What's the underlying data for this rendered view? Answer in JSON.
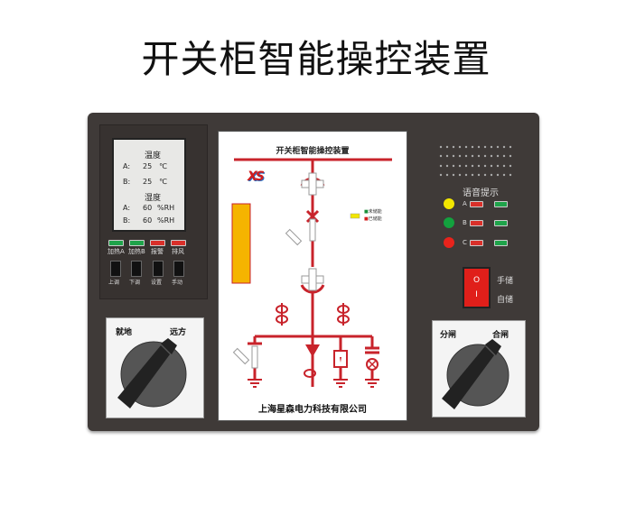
{
  "title": "开关柜智能操控装置",
  "lcd": {
    "temp_heading": "温度",
    "temp_a_label": "A:",
    "temp_a_value": "25",
    "temp_b_label": "B:",
    "temp_b_value": "25",
    "temp_unit": "℃",
    "hum_heading": "湿度",
    "hum_a_label": "A:",
    "hum_a_value": "60",
    "hum_b_label": "B:",
    "hum_b_value": "60",
    "hum_unit": "%RH"
  },
  "indicators": [
    {
      "label": "加热A",
      "color": "#1fa34a"
    },
    {
      "label": "加热B",
      "color": "#1fa34a"
    },
    {
      "label": "报警",
      "color": "#d9302a"
    },
    {
      "label": "排风",
      "color": "#d9302a"
    }
  ],
  "buttons": [
    {
      "label": "上调"
    },
    {
      "label": "下调"
    },
    {
      "label": "设置"
    },
    {
      "label": "手动"
    }
  ],
  "left_knob": {
    "left_label": "就地",
    "right_label": "远方"
  },
  "screen": {
    "title": "开关柜智能操控装置",
    "logo": "XS",
    "legend_uncharged": "未储能",
    "legend_charged": "已储能",
    "company": "上海星森电力科技有限公司"
  },
  "voice": {
    "label": "语音提示",
    "phases": [
      {
        "label": "A",
        "dot": "#f2e600"
      },
      {
        "label": "B",
        "dot": "#13a13e"
      },
      {
        "label": "C",
        "dot": "#e8231c"
      }
    ]
  },
  "rocker": {
    "on_symbol": "O",
    "off_symbol": "I",
    "manual_label": "手储",
    "auto_label": "自储"
  },
  "right_knob": {
    "left_label": "分闸",
    "right_label": "合闸"
  }
}
